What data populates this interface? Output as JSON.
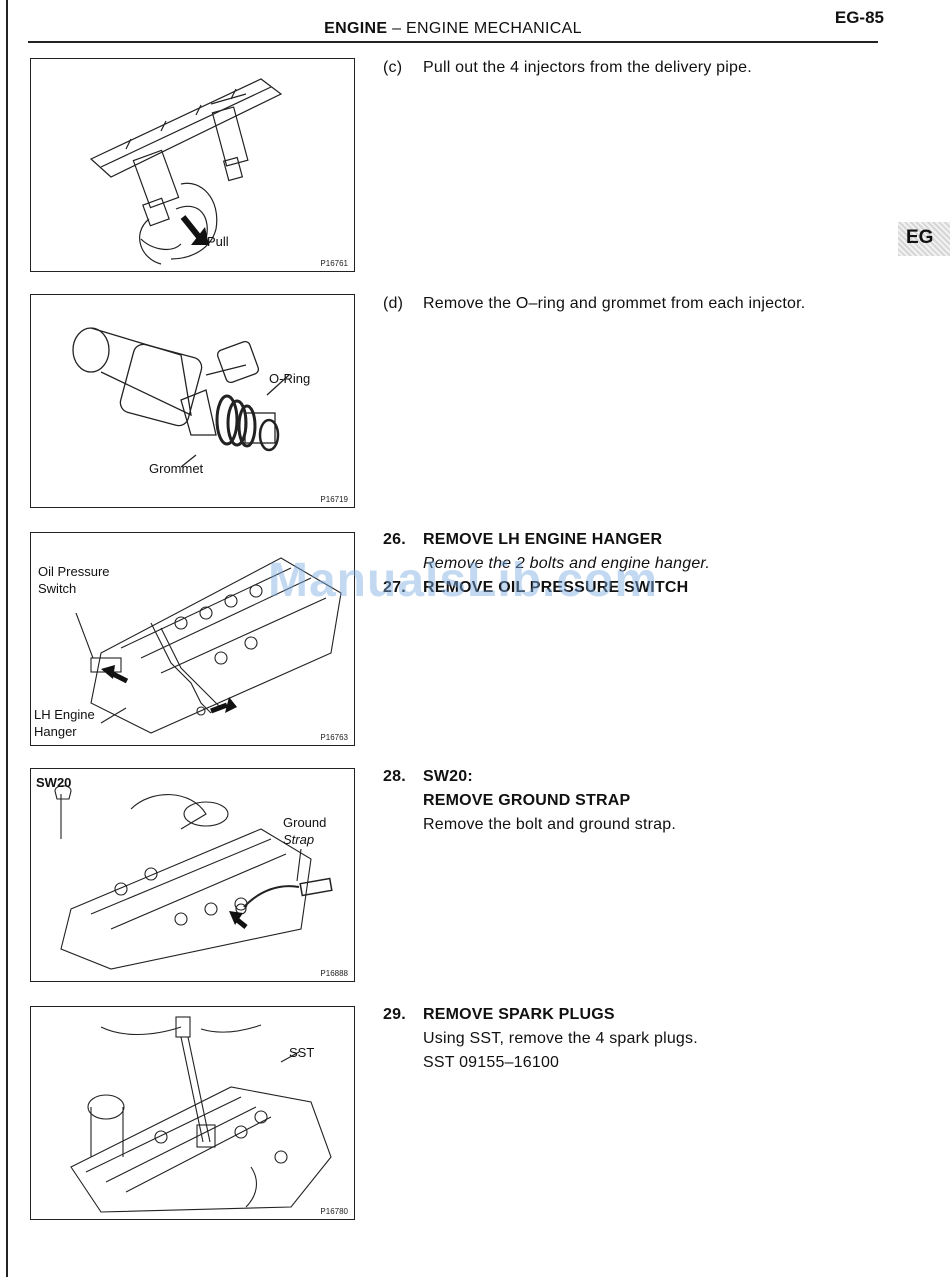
{
  "header": {
    "title_bold": "ENGINE",
    "title_rest": " – ENGINE MECHANICAL",
    "page_number": "EG-85"
  },
  "side_tab": {
    "label": "EG"
  },
  "figures": [
    {
      "code": "P16761",
      "labels": [
        "Pull"
      ]
    },
    {
      "code": "P16719",
      "labels": [
        "O-Ring",
        "Grommet"
      ]
    },
    {
      "code": "P16763",
      "labels": [
        "Oil Pressure",
        "Switch",
        "LH Engine",
        "Hanger"
      ]
    },
    {
      "code": "P16888",
      "labels": [
        "SW20",
        "Ground",
        "Strap"
      ]
    },
    {
      "code": "P16780",
      "labels": [
        "SST"
      ]
    }
  ],
  "steps": {
    "c": {
      "num": "(c)",
      "text": "Pull out the 4 injectors from the delivery pipe."
    },
    "d": {
      "num": "(d)",
      "text": "Remove the O–ring and grommet from each injector."
    },
    "s26": {
      "num": "26.",
      "title": "REMOVE LH ENGINE HANGER",
      "text": "Remove the 2 bolts and engine hanger."
    },
    "s27": {
      "num": "27.",
      "title": "REMOVE OIL PRESSURE SWITCH"
    },
    "s28": {
      "num": "28.",
      "title1": "SW20:",
      "title2": "REMOVE GROUND STRAP",
      "text": "Remove the bolt and ground strap."
    },
    "s29": {
      "num": "29.",
      "title": "REMOVE SPARK PLUGS",
      "text": "Using SST, remove the 4 spark plugs.",
      "sst": "SST 09155–16100"
    }
  },
  "watermark": "ManualsLib.com"
}
